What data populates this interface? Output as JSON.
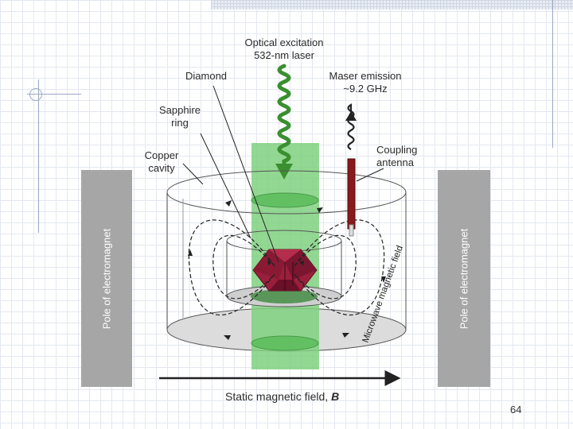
{
  "labels": {
    "optical_excitation": "Optical excitation",
    "laser": "532-nm laser",
    "diamond": "Diamond",
    "maser_emission": "Maser emission",
    "frequency": "~9.2 GHz",
    "sapphire_line1": "Sapphire",
    "sapphire_line2": "ring",
    "copper_line1": "Copper",
    "copper_line2": "cavity",
    "coupling_line1": "Coupling",
    "coupling_line2": "antenna",
    "pole_left": "Pole of electromagnet",
    "pole_right": "Pole of electromagnet",
    "microwave_field": "Microwave magnetic field",
    "static_field": "Static magnetic field, ",
    "static_field_symbol": "B"
  },
  "page_number": "64",
  "colors": {
    "laser_beam": "#7fd07f",
    "laser_wave": "#3a8f2f",
    "diamond": "#9b1f3c",
    "pole": "#a6a6a6",
    "antenna": "#8a1a1a"
  }
}
